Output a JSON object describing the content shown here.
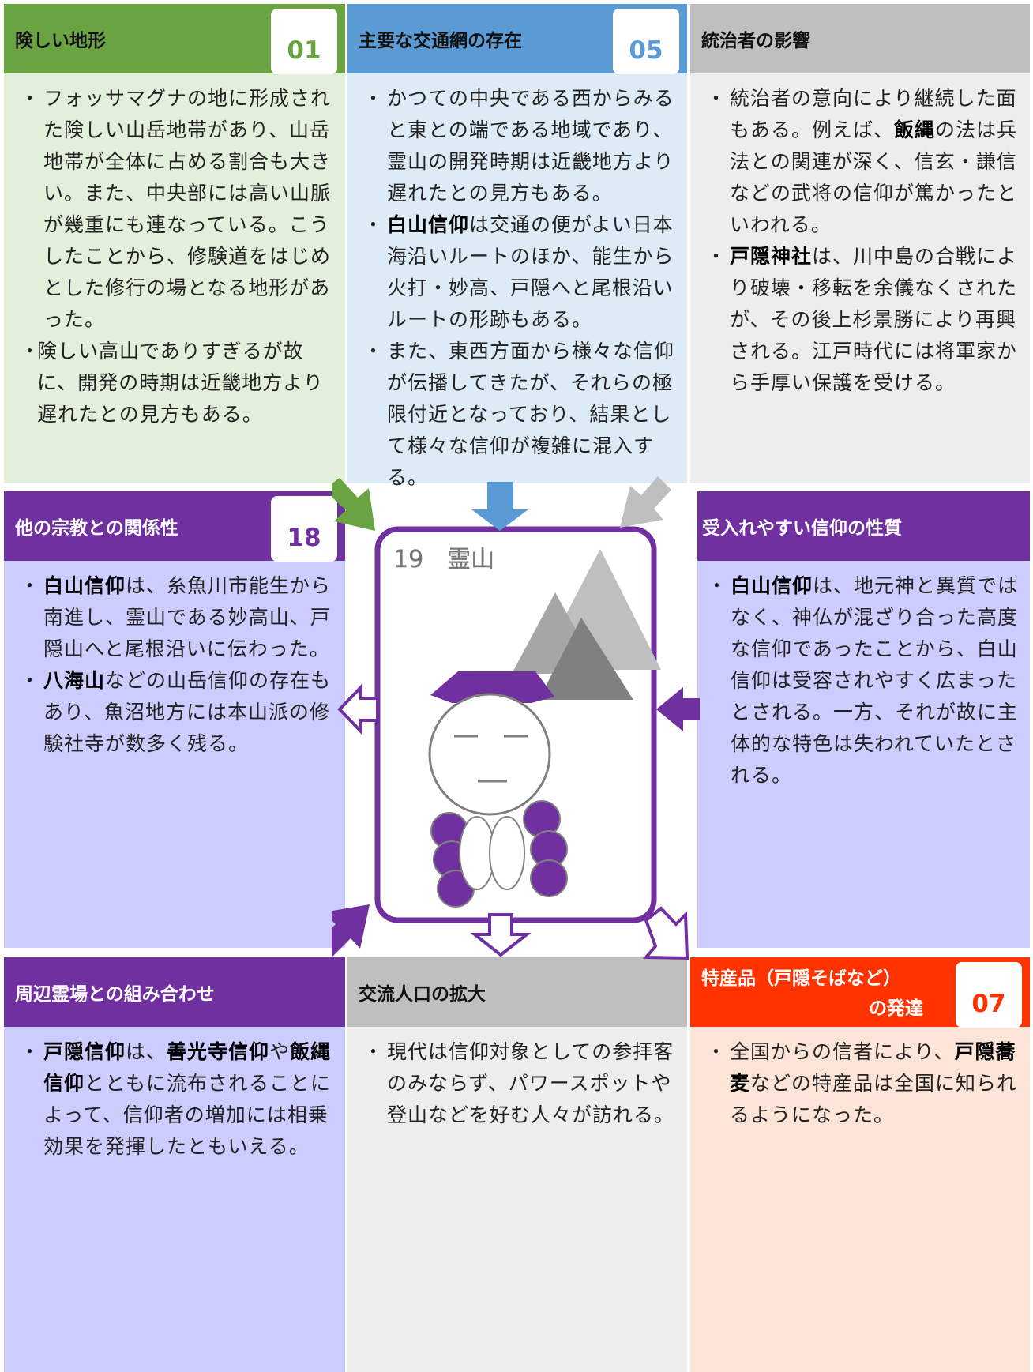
{
  "panels": {
    "p01": {
      "title": "険しい地形",
      "number": "01",
      "items": [
        "フォッサマグナの地に形成された険しい山岳地帯があり、山岳地帯が全体に占める割合も大きい。また、中央部には高い山脈が幾重にも連なっている。こうしたことから、修験道をはじめとした修行の場となる地形があった。",
        "険しい高山でありすぎるが故に、開発の時期は近畿地方より遅れたとの見方もある。"
      ]
    },
    "p05": {
      "title": "主要な交通網の存在",
      "number": "05",
      "item1": "かつての中央である西からみると東との端である地域であり、霊山の開発時期は近畿地方より遅れたとの見方もある。",
      "item2_bold": "白山信仰",
      "item2_rest": "は交通の便がよい日本海沿いルートのほか、能生から火打・妙高、戸隠へと尾根沿いルートの形跡もある。",
      "item3": "また、東西方面から様々な信仰が伝播してきたが、それらの極限付近となっており、結果として様々な信仰が複雑に混入する。"
    },
    "ruler": {
      "title": "統治者の影響",
      "item1_a": "統治者の意向により継続した面もある。例えば、",
      "item1_bold": "飯縄",
      "item1_b": "の法は兵法との関連が深く、信玄・謙信などの武将の信仰が篤かったといわれる。",
      "item2_bold": "戸隠神社",
      "item2_rest": "は、川中島の合戦により破壊・移転を余儀なくされたが、その後上杉景勝により再興される。江戸時代には将軍家から手厚い保護を受ける。"
    },
    "p18": {
      "title": "他の宗教との関係性",
      "number": "18",
      "item1_bold": "白山信仰",
      "item1_rest": "は、糸魚川市能生から南進し、霊山である妙高山、戸隠山へと尾根沿いに伝わった。",
      "item2_bold": "八海山",
      "item2_rest": "などの山岳信仰の存在もあり、魚沼地方には本山派の修験社寺が数多く残る。"
    },
    "accept": {
      "title": "受入れやすい信仰の性質",
      "item1_bold": "白山信仰",
      "item1_rest": "は、地元神と異質ではなく、神仏が混ざり合った高度な信仰であったことから、白山信仰は受容されやすく広まったとされる。一方、それが故に主体的な特色は失われていたとされる。"
    },
    "combo": {
      "title": "周辺霊場との組み合わせ",
      "b1": "戸隠信仰",
      "t1": "は、",
      "b2": "善光寺信仰",
      "t2": "や",
      "b3": "飯縄信仰",
      "t3": "とともに流布されることによって、信仰者の増加には相乗効果を発揮したともいえる。"
    },
    "exchange": {
      "title": "交流人口の拡大",
      "item1": "現代は信仰対象としての参拝客のみならず、パワースポットや登山などを好む人々が訪れる。"
    },
    "p07": {
      "title_line1": "特産品（戸隠そばなど）",
      "title_line2": "の発達",
      "number": "07",
      "item1_a": "全国からの信者により、",
      "item1_bold": "戸隠蕎麦",
      "item1_b": "などの特産品は全国に知られるようになった。"
    }
  },
  "card": {
    "label": "19　霊山"
  },
  "colors": {
    "green": "#6aa342",
    "green_bg": "#e2efda",
    "blue": "#5b9bd5",
    "blue_bg": "#ddebf7",
    "gray": "#bfbfbf",
    "gray_bg": "#ededed",
    "purple": "#7030a0",
    "lavender_bg": "#ccccff",
    "red": "#ff3300",
    "peach_bg": "#fce4d6"
  }
}
